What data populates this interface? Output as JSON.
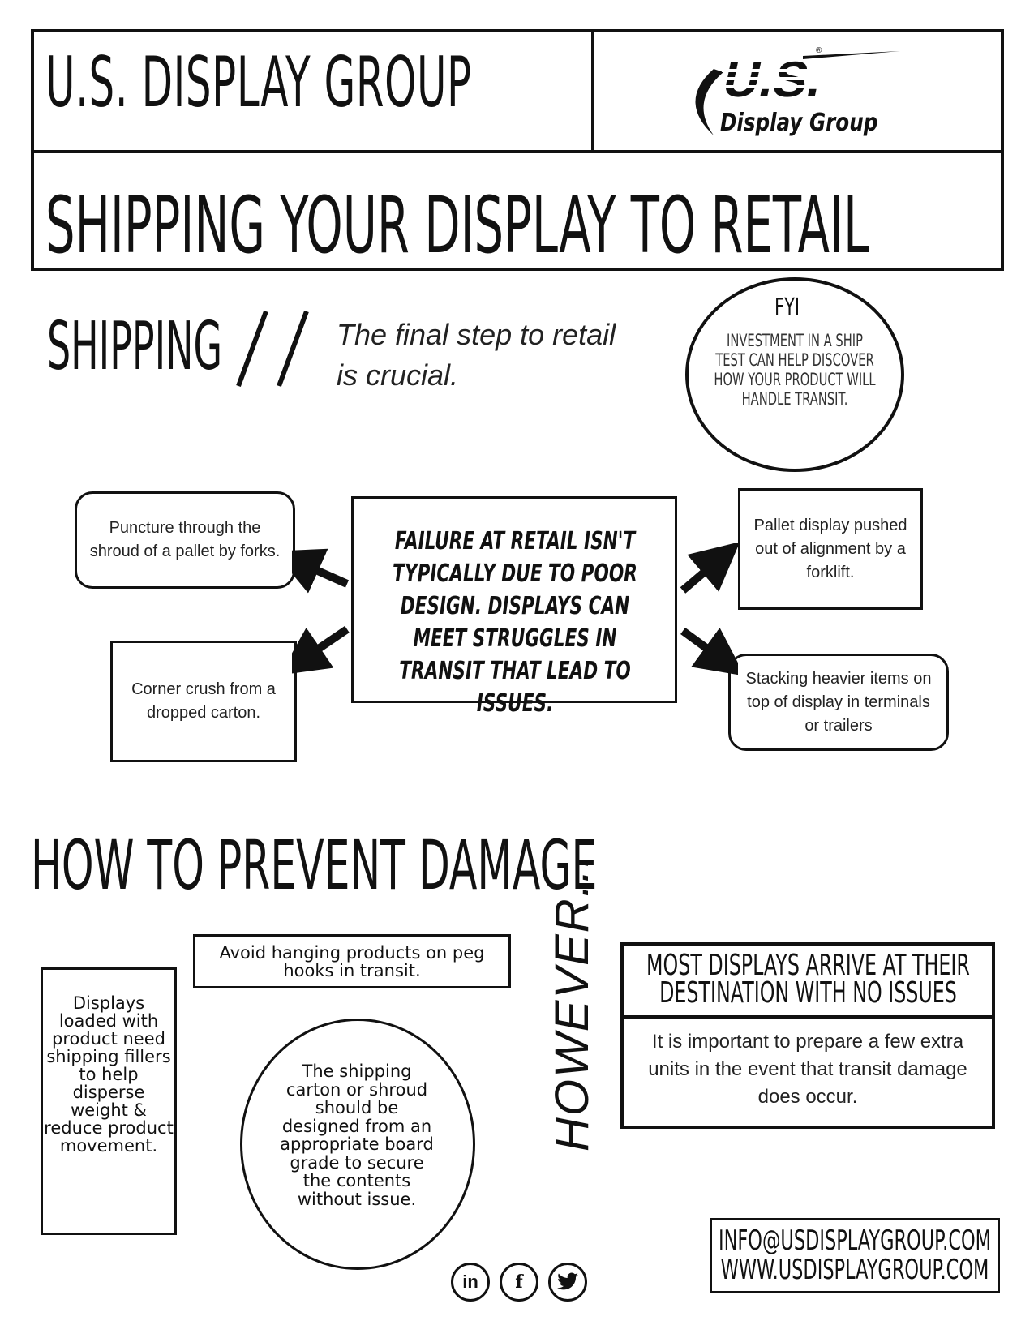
{
  "header": {
    "brand_title": "U.S. DISPLAY GROUP",
    "document_title": "SHIPPING YOUR DISPLAY TO RETAIL",
    "logo": {
      "mark": "U.S.",
      "wordmark": "Display Group",
      "registered": "®"
    }
  },
  "shipping": {
    "heading": "SHIPPING",
    "slashes": "//",
    "tagline_line1": "The final step to retail",
    "tagline_line2": "is crucial."
  },
  "fyi": {
    "label": "FYI",
    "body": "INVESTMENT IN A SHIP TEST CAN HELP DISCOVER HOW YOUR PRODUCT WILL HANDLE TRANSIT."
  },
  "failure": {
    "center_text": "FAILURE AT RETAIL ISN'T TYPICALLY DUE TO POOR DESIGN. DISPLAYS CAN MEET STRUGGLES IN TRANSIT THAT LEAD TO ISSUES.",
    "causes": {
      "puncture": "Puncture through the shroud of a pallet by forks.",
      "corner_crush": "Corner crush from a dropped carton.",
      "pallet_pushed": "Pallet display pushed out of alignment by a forklift.",
      "stacking": "Stacking heavier items on top of display in terminals or trailers"
    }
  },
  "prevent": {
    "heading": "HOW TO PREVENT DAMAGE",
    "peg_hooks": "Avoid hanging products on peg hooks in transit.",
    "fillers": "Displays loaded with product need shipping fillers to help disperse weight & reduce product movement.",
    "carton": "The shipping carton or shroud should be designed from an appropriate board grade to secure the contents without issue."
  },
  "however": {
    "label": "HOWEVER...",
    "title": "MOST DISPLAYS ARRIVE AT THEIR DESTINATION WITH NO ISSUES",
    "body": "It is important to prepare a few extra units in the event that transit damage does occur."
  },
  "contact": {
    "email": "INFO@USDISPLAYGROUP.COM",
    "website": "WWW.USDISPLAYGROUP.COM"
  },
  "social": {
    "linkedin": "in",
    "facebook": "f",
    "twitter": "twitter-bird-icon"
  }
}
